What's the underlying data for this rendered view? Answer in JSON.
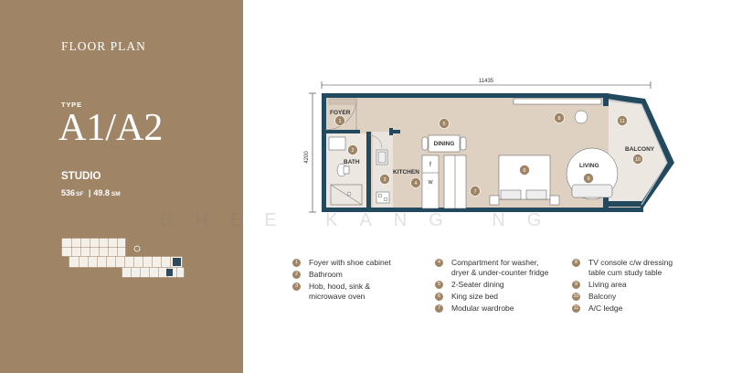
{
  "panel": {
    "heading": "FLOOR PLAN",
    "type_label": "TYPE",
    "type_value": "A1/A2",
    "unit_type": "STUDIO",
    "size_sf": "536",
    "size_sf_unit": "SF",
    "size_sm": "49.8",
    "size_sm_unit": "SM"
  },
  "watermark": "CHEE KANG NG",
  "plan": {
    "width_dim": "11435",
    "depth_dim": "4200",
    "rooms": {
      "foyer": "FOYER",
      "bath": "BATH",
      "kitchen": "KITCHEN",
      "dining": "DINING",
      "living": "LIVING",
      "balcony": "BALCONY"
    },
    "fridge_f": "f",
    "washer_w": "w",
    "markers": [
      "1",
      "2",
      "3",
      "4",
      "5",
      "6",
      "7",
      "8",
      "9",
      "10",
      "11"
    ]
  },
  "colors": {
    "panel": "#a08466",
    "walls": "#23495f",
    "floor": "#dfd1c2",
    "wet": "#ece7e0",
    "badge": "#a08466"
  },
  "legend": [
    {
      "num": "1",
      "text": "Foyer with shoe cabinet"
    },
    {
      "num": "2",
      "text": "Bathroom"
    },
    {
      "num": "3",
      "text": "Hob, hood, sink &\nmicrowave oven"
    },
    {
      "num": "4",
      "text": "Compartment for washer,\ndryer & under-counter fridge"
    },
    {
      "num": "5",
      "text": "2-Seater dining"
    },
    {
      "num": "6",
      "text": "King size bed"
    },
    {
      "num": "7",
      "text": "Modular wardrobe"
    },
    {
      "num": "8",
      "text": "TV console c/w dressing\ntable cum study table"
    },
    {
      "num": "9",
      "text": "Living area"
    },
    {
      "num": "10",
      "text": "Balcony"
    },
    {
      "num": "11",
      "text": "A/C ledge"
    }
  ]
}
